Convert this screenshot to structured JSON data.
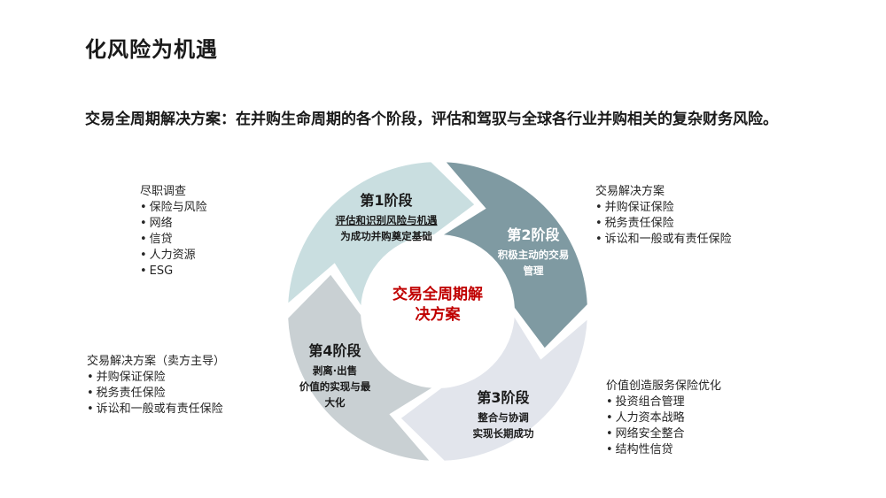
{
  "title": "化风险为机遇",
  "subtitle": "交易全周期解决方案：在并购生命周期的各个阶段，评估和驾驭与全球各行业并购相关的复杂财务风险。",
  "center": {
    "line1": "交易全周期解",
    "line2": "决方案",
    "color": "#c00000"
  },
  "stages": [
    {
      "name": "第1阶段",
      "lines": [
        "评估和识别风险与机遇",
        "为成功并购奠定基础"
      ],
      "color": "#c9dee0"
    },
    {
      "name": "第2阶段",
      "lines": [
        "积极主动的交易",
        "管理"
      ],
      "color": "#7f9aa2"
    },
    {
      "name": "第3阶段",
      "lines": [
        "整合与协调",
        "实现长期成功"
      ],
      "color": "#e2e5ec"
    },
    {
      "name": "第4阶段",
      "lines": [
        "剥离·出售",
        "价值的实现与最",
        "大化"
      ],
      "color": "#c9d0d3"
    }
  ],
  "notes": {
    "diligence": {
      "head": "尽职调查",
      "bullet": "•",
      "items": [
        "保险与风险",
        "网络",
        "信贷",
        "人力资源",
        "ESG"
      ]
    },
    "deal_solutions": {
      "head": "交易解决方案",
      "bullet": "•",
      "items": [
        "并购保证保险",
        "税务责任保险",
        "诉讼和一般或有责任保险"
      ]
    },
    "sell_side": {
      "head": "交易解决方案（卖方主导）",
      "bullet": "•",
      "items": [
        "并购保证保险",
        "税务责任保险",
        "诉讼和一般或有责任保险"
      ]
    },
    "value_creation": {
      "head": "价值创造服务保险优化",
      "bullet": "•",
      "items": [
        "投资组合管理",
        "人力资本战略",
        "网络安全整合",
        "结构性信贷"
      ]
    }
  }
}
